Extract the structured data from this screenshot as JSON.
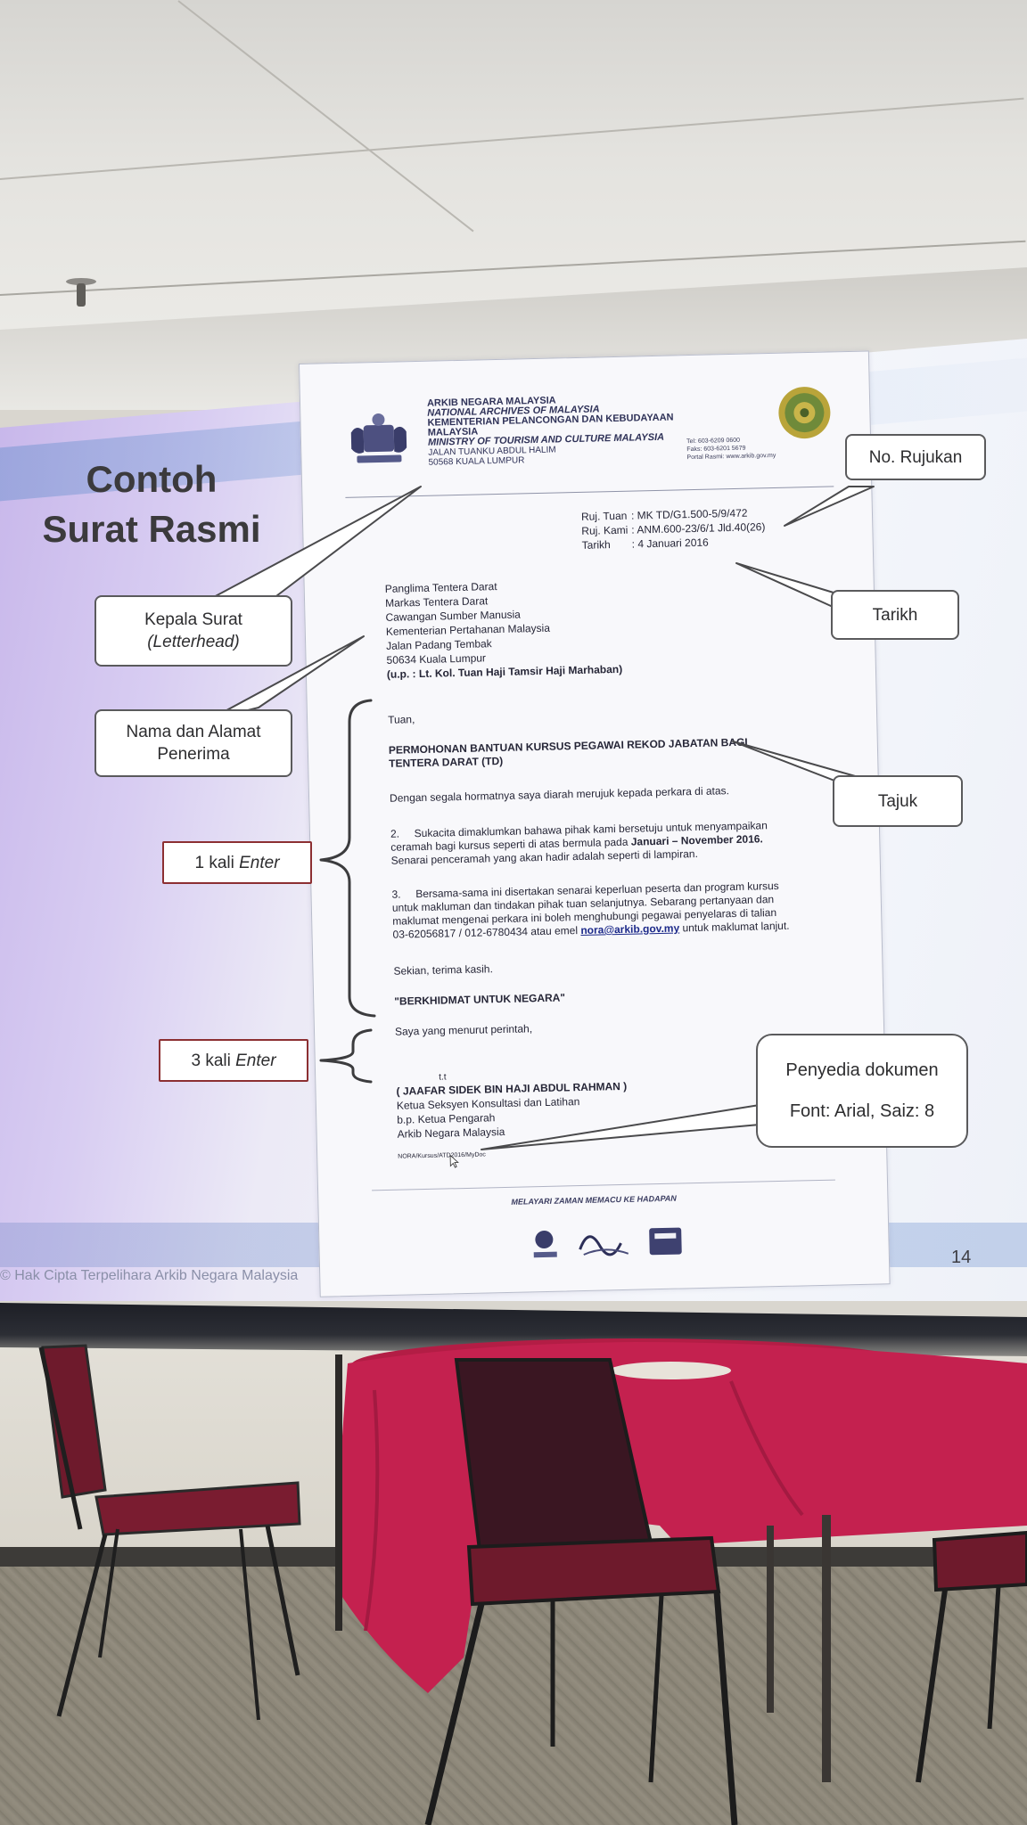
{
  "slide": {
    "title_line1": "Contoh",
    "title_line2": "Surat Rasmi",
    "footer_copyright": "© Hak Cipta Terpelihara Arkib Negara Malaysia",
    "page_number": "14"
  },
  "callouts": {
    "rujukan": "No. Rujukan",
    "tarikh": "Tarikh",
    "tajuk": "Tajuk",
    "kepala_line1": "Kepala Surat",
    "kepala_line2": "(Letterhead)",
    "nama_line1": "Nama dan Alamat",
    "nama_line2": "Penerima",
    "enter1_count": "1 kali",
    "enter1_key": "Enter",
    "enter3_count": "3 kali",
    "enter3_key": "Enter",
    "penyedia_line1": "Penyedia dokumen",
    "penyedia_line2": "Font: Arial, Saiz: 8"
  },
  "letter": {
    "letterhead": [
      "ARKIB NEGARA MALAYSIA",
      "NATIONAL ARCHIVES OF MALAYSIA",
      "KEMENTERIAN PELANCONGAN DAN KEBUDAYAAN",
      "MALAYSIA",
      "MINISTRY OF TOURISM AND CULTURE MALAYSIA",
      "JALAN TUANKU ABDUL HALIM",
      "50568 KUALA LUMPUR"
    ],
    "contact": [
      "Tel:   603-6209 0600",
      "Faks:  603-6201 5679",
      "Portal Rasmi: www.arkib.gov.my"
    ],
    "refs": {
      "ruj_tuan_label": "Ruj. Tuan",
      "ruj_tuan_value": ": MK TD/G1.500-5/9/472",
      "ruj_kami_label": "Ruj. Kami",
      "ruj_kami_value": ": ANM.600-23/6/1 Jld.40(26)",
      "tarikh_label": "Tarikh",
      "tarikh_value": ": 4 Januari 2016"
    },
    "recipient": [
      "Panglima Tentera Darat",
      "Markas Tentera Darat",
      "Cawangan Sumber Manusia",
      "Kementerian Pertahanan Malaysia",
      "Jalan Padang Tembak",
      "50634 Kuala Lumpur"
    ],
    "up_line": "(u.p. : Lt. Kol. Tuan Haji Tamsir Haji Marhaban)",
    "salutation": "Tuan,",
    "subject_line1": "PERMOHONAN BANTUAN KURSUS PEGAWAI REKOD JABATAN BAGI",
    "subject_line2": "TENTERA DARAT (TD)",
    "intro": "Dengan segala hormatnya saya diarah merujuk kepada perkara di atas.",
    "p2_num": "2.",
    "p2_line1": "Sukacita dimaklumkan bahawa pihak kami bersetuju untuk menyampaikan",
    "p2_line2_a": "ceramah bagi kursus seperti di atas bermula pada ",
    "p2_line2_b": "Januari – November 2016.",
    "p2_line3": "Senarai penceramah yang akan hadir adalah seperti di lampiran.",
    "p3_num": "3.",
    "p3_line1": "Bersama-sama ini disertakan senarai keperluan peserta dan program kursus",
    "p3_line2": "untuk makluman dan tindakan pihak tuan selanjutnya. Sebarang pertanyaan dan",
    "p3_line3": "maklumat mengenai perkara ini boleh menghubungi pegawai penyelaras di talian",
    "p3_line4_a": "03-62056817 / 012-6780434 atau emel ",
    "p3_line4_email": "nora@arkib.gov.my",
    "p3_line4_b": " untuk maklumat lanjut.",
    "closing": "Sekian, terima kasih.",
    "motto": "\"BERKHIDMAT UNTUK NEGARA\"",
    "saya": "Saya yang menurut perintah,",
    "tt": "t.t",
    "signatory_name": "( JAAFAR SIDEK BIN HAJI ABDUL RAHMAN )",
    "signatory_title1": "Ketua Seksyen Konsultasi dan Latihan",
    "signatory_title2": "b.p. Ketua Pengarah",
    "signatory_title3": "Arkib Negara Malaysia",
    "preparer_ref": "NORA/Kursus/ATD2016/MyDoc",
    "footer_motto": "MELAYARI ZAMAN MEMACU KE HADAPAN"
  },
  "colors": {
    "callout_border": "#5a5a5c",
    "enter_box_border": "#8c2f32",
    "tablecloth": "#c4214f",
    "chair_seat": "#6e1a2c"
  }
}
